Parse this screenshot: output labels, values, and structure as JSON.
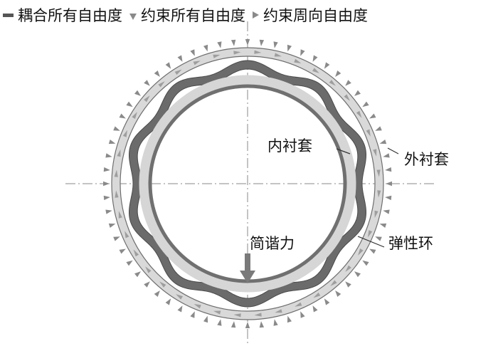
{
  "legend": {
    "coupled_all_dof": "耦合所有自由度",
    "constrain_all_dof": "约束所有自由度",
    "constrain_circumferential_dof": "约束周向自由度"
  },
  "labels": {
    "inner_liner": "内衬套",
    "outer_liner": "外衬套",
    "harmonic_force": "简谐力",
    "elastic_ring": "弹性环"
  },
  "colors": {
    "outer_liner_fill": "#d9d9d9",
    "outer_liner_edge": "#6e6e6e",
    "elastic_ring_fill": "#6b6b6b",
    "inner_liner_fill": "#d6d6d6",
    "inner_ring_dark": "#707070",
    "marker": "#8a8a8a",
    "centerline": "#8a8a8a",
    "force_arrow": "#7a7a7a"
  },
  "elastic_ring_waves": 10,
  "constraint_markers_outer": 64,
  "constraint_markers_band": 40
}
